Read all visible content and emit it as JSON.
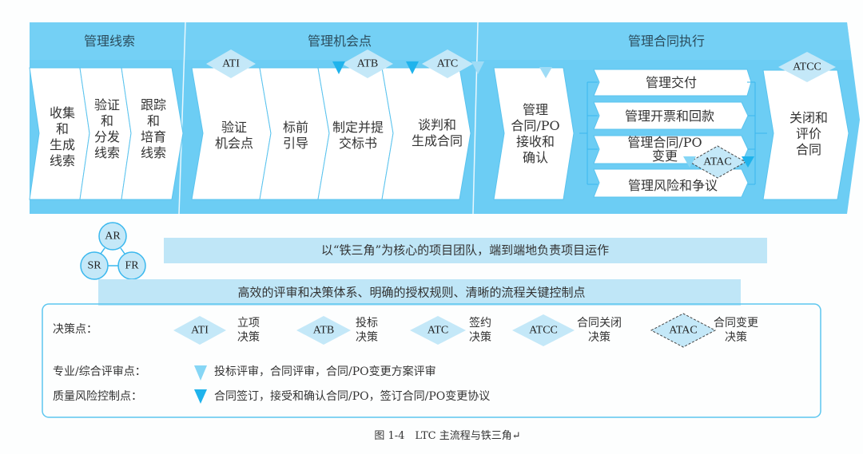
{
  "sections": [
    {
      "title": "管理线索",
      "steps": [
        "收集\n和\n生成\n线索",
        "验证\n和\n分发\n线索",
        "跟踪\n和\n培育\n线索"
      ]
    },
    {
      "title": "管理机会点",
      "steps": [
        "验证\n机会点",
        "标前\n引导",
        "制定并提\n交标书",
        "谈判和\n生成合同"
      ]
    },
    {
      "title": "管理合同执行",
      "steps": [
        "管理\n合同/PO\n接收和\n确认",
        "关闭和\n评价\n合同"
      ],
      "parallel": [
        "管理交付",
        "管理开票和回款",
        "管理合同/PO\n变更",
        "管理风险和争议"
      ]
    }
  ],
  "decision_points": {
    "ati": "ATI",
    "atb": "ATB",
    "atc": "ATC",
    "atcc": "ATCC",
    "atac": "ATAC"
  },
  "iron_triangle": {
    "ar": "AR",
    "sr": "SR",
    "fr": "FR"
  },
  "banners": [
    "以“铁三角”为核心的项目团队，端到端地负责项目运作",
    "高效的评审和决策体系、明确的授权规则、清晰的流程关键控制点"
  ],
  "legend": {
    "decision_label": "决策点：",
    "decisions": [
      {
        "code": "ATI",
        "desc": "立项\n决策"
      },
      {
        "code": "ATB",
        "desc": "投标\n决策"
      },
      {
        "code": "ATC",
        "desc": "签约\n决策"
      },
      {
        "code": "ATCC",
        "desc": "合同关闭\n决策"
      },
      {
        "code": "ATAC",
        "desc": "合同变更\n决策"
      }
    ],
    "review_label": "专业/综合评审点：",
    "review_desc": "投标评审，合同评审，合同/PO变更方案评审",
    "control_label": "质量风险控制点：",
    "control_desc": "合同签订，接受和确认合同/PO，签订合同/PO变更协议"
  },
  "caption": "图 1-4　LTC 主流程与铁三角↵",
  "colors": {
    "band": "#6ccdf4",
    "light": "#bfe6f7",
    "diamond": "#c4e8f8",
    "review": "#86d6f5",
    "control": "#1fb3ec"
  }
}
